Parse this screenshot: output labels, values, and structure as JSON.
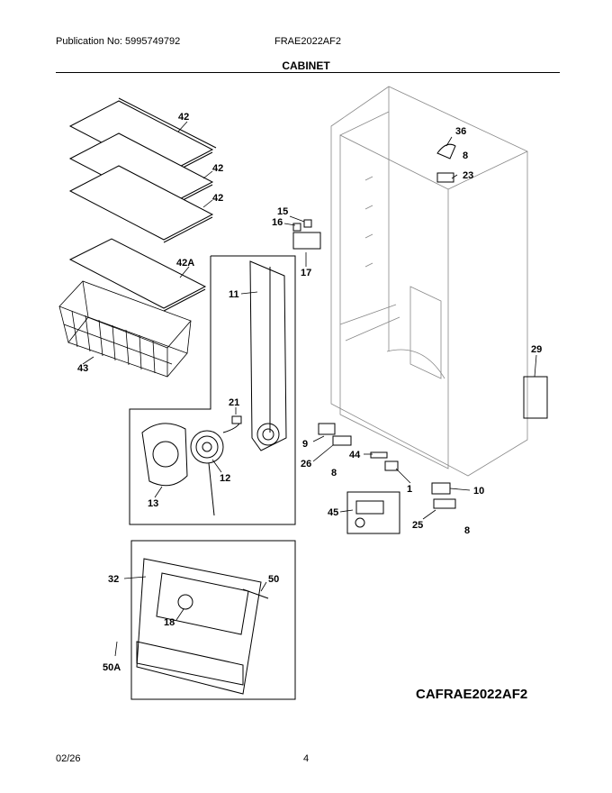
{
  "header": {
    "publication": "Publication No: 5995749792",
    "model": "FRAE2022AF2",
    "title": "CABINET"
  },
  "footer": {
    "date": "02/26",
    "page": "4"
  },
  "diagram": {
    "code": "CAFRAE2022AF2",
    "part_labels": {
      "p42a": "42",
      "p42b": "42",
      "p42c": "42",
      "p42A": "42A",
      "p43": "43",
      "p11": "11",
      "p21": "21",
      "p12": "12",
      "p13": "13",
      "p15": "15",
      "p16": "16",
      "p17": "17",
      "p36": "36",
      "p8a": "8",
      "p23": "23",
      "p29": "29",
      "p9": "9",
      "p26": "26",
      "p8b": "8",
      "p44": "44",
      "p1": "1",
      "p10": "10",
      "p45": "45",
      "p25": "25",
      "p8c": "8",
      "p32": "32",
      "p50": "50",
      "p18": "18",
      "p50A": "50A"
    }
  }
}
